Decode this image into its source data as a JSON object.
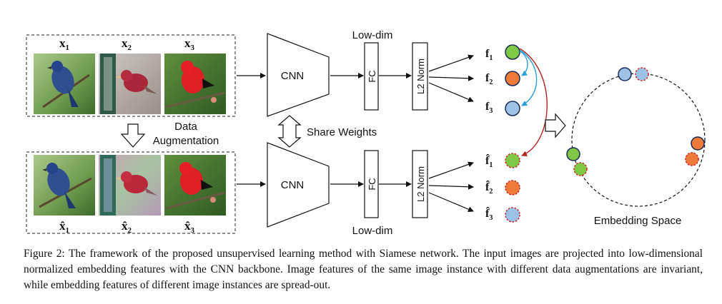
{
  "top_images": [
    {
      "label": "x",
      "sub": "1"
    },
    {
      "label": "x",
      "sub": "2"
    },
    {
      "label": "x",
      "sub": "3"
    }
  ],
  "bottom_images": [
    {
      "label": "x̂",
      "sub": "1"
    },
    {
      "label": "x̂",
      "sub": "2"
    },
    {
      "label": "x̂",
      "sub": "3"
    }
  ],
  "augmentation": {
    "line1": "Data",
    "line2": "Augmentation"
  },
  "cnn_label": "CNN",
  "share_weights": "Share Weights",
  "low_dim_top": "Low-dim",
  "low_dim_bottom": "Low-dim",
  "fc_label": "FC",
  "norm_label": "L2 Norm",
  "features_top": [
    {
      "label": "f",
      "sub": "1",
      "color": "#7ec846"
    },
    {
      "label": "f",
      "sub": "2",
      "color": "#ee7b3a"
    },
    {
      "label": "f",
      "sub": "3",
      "color": "#9cc3e6"
    }
  ],
  "features_bottom": [
    {
      "label": "f̂",
      "sub": "1",
      "color": "#7ec846"
    },
    {
      "label": "f̂",
      "sub": "2",
      "color": "#ee7b3a"
    },
    {
      "label": "f̂",
      "sub": "3",
      "color": "#9cc3e6"
    }
  ],
  "embedding_label": "Embedding Space",
  "colors": {
    "green": "#7ec846",
    "orange": "#ee7b3a",
    "blue": "#9cc3e6",
    "red": "#cc2222",
    "arrow_blue": "#2a9fd8",
    "arrow_red": "#b3241f"
  },
  "caption": {
    "figure": "Figure 2:",
    "text": "The framework of the proposed unsupervised learning method with Siamese network. The input images are projected into low-dimensional normalized embedding features with the CNN backbone. Image features of the same image instance with different data augmentations are invariant, while embedding features of different image instances are spread-out."
  }
}
